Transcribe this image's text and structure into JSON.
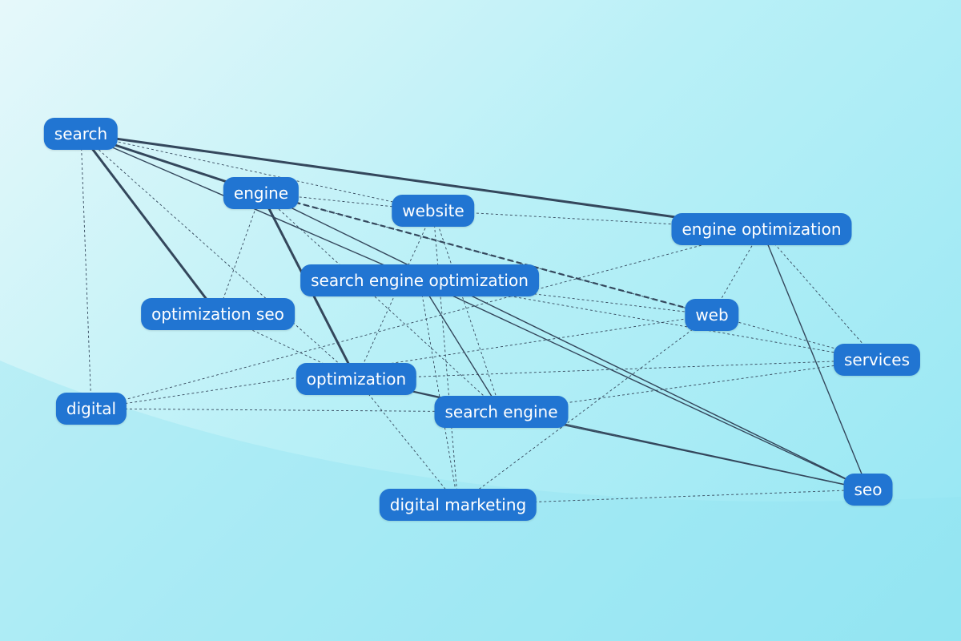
{
  "colors": {
    "node_fill": "#2175d2",
    "node_text": "#ffffff",
    "edge": "#34475c"
  },
  "nodes": [
    {
      "id": "search",
      "label": "search"
    },
    {
      "id": "engine",
      "label": "engine"
    },
    {
      "id": "website",
      "label": "website"
    },
    {
      "id": "engine_optimization",
      "label": "engine optimization"
    },
    {
      "id": "search_engine_optimization",
      "label": "search engine optimization"
    },
    {
      "id": "web",
      "label": "web"
    },
    {
      "id": "optimization_seo",
      "label": "optimization seo"
    },
    {
      "id": "services",
      "label": "services"
    },
    {
      "id": "optimization",
      "label": "optimization"
    },
    {
      "id": "digital",
      "label": "digital"
    },
    {
      "id": "search_engine",
      "label": "search engine"
    },
    {
      "id": "seo",
      "label": "seo"
    },
    {
      "id": "digital_marketing",
      "label": "digital marketing"
    }
  ],
  "edges": [
    {
      "from": "search",
      "to": "engine_optimization",
      "style": "heavy"
    },
    {
      "from": "search",
      "to": "engine",
      "style": "heavy"
    },
    {
      "from": "search",
      "to": "optimization_seo",
      "style": "heavy"
    },
    {
      "from": "engine",
      "to": "optimization",
      "style": "heavy"
    },
    {
      "from": "engine",
      "to": "web",
      "style": "heavy-dashed"
    },
    {
      "from": "search",
      "to": "search_engine_optimization",
      "style": "solid"
    },
    {
      "from": "engine",
      "to": "seo",
      "style": "solid"
    },
    {
      "from": "engine_optimization",
      "to": "seo",
      "style": "solid"
    },
    {
      "from": "search_engine_optimization",
      "to": "seo",
      "style": "solid"
    },
    {
      "from": "optimization",
      "to": "seo",
      "style": "solid"
    },
    {
      "from": "search_engine",
      "to": "seo",
      "style": "solid"
    },
    {
      "from": "search_engine_optimization",
      "to": "search_engine",
      "style": "solid"
    },
    {
      "from": "optimization",
      "to": "search_engine",
      "style": "solid"
    },
    {
      "from": "search",
      "to": "digital",
      "style": "dashed"
    },
    {
      "from": "search",
      "to": "website",
      "style": "dashed"
    },
    {
      "from": "search",
      "to": "optimization",
      "style": "dashed"
    },
    {
      "from": "engine",
      "to": "website",
      "style": "dashed"
    },
    {
      "from": "engine",
      "to": "optimization_seo",
      "style": "dashed"
    },
    {
      "from": "engine",
      "to": "search_engine",
      "style": "dashed"
    },
    {
      "from": "engine",
      "to": "services",
      "style": "dashed"
    },
    {
      "from": "website",
      "to": "engine_optimization",
      "style": "dashed"
    },
    {
      "from": "website",
      "to": "search_engine",
      "style": "dashed"
    },
    {
      "from": "website",
      "to": "optimization",
      "style": "dashed"
    },
    {
      "from": "website",
      "to": "digital_marketing",
      "style": "dashed"
    },
    {
      "from": "engine_optimization",
      "to": "web",
      "style": "dashed"
    },
    {
      "from": "engine_optimization",
      "to": "services",
      "style": "dashed"
    },
    {
      "from": "engine_optimization",
      "to": "digital",
      "style": "dashed"
    },
    {
      "from": "search_engine_optimization",
      "to": "web",
      "style": "dashed"
    },
    {
      "from": "search_engine_optimization",
      "to": "digital_marketing",
      "style": "dashed"
    },
    {
      "from": "search_engine_optimization",
      "to": "services",
      "style": "dashed"
    },
    {
      "from": "web",
      "to": "digital",
      "style": "dashed"
    },
    {
      "from": "web",
      "to": "digital_marketing",
      "style": "dashed"
    },
    {
      "from": "optimization_seo",
      "to": "optimization",
      "style": "dashed"
    },
    {
      "from": "optimization",
      "to": "services",
      "style": "dashed"
    },
    {
      "from": "optimization",
      "to": "digital_marketing",
      "style": "dashed"
    },
    {
      "from": "digital",
      "to": "search_engine",
      "style": "dashed"
    },
    {
      "from": "services",
      "to": "search_engine",
      "style": "dashed"
    },
    {
      "from": "seo",
      "to": "digital_marketing",
      "style": "dashed"
    }
  ]
}
